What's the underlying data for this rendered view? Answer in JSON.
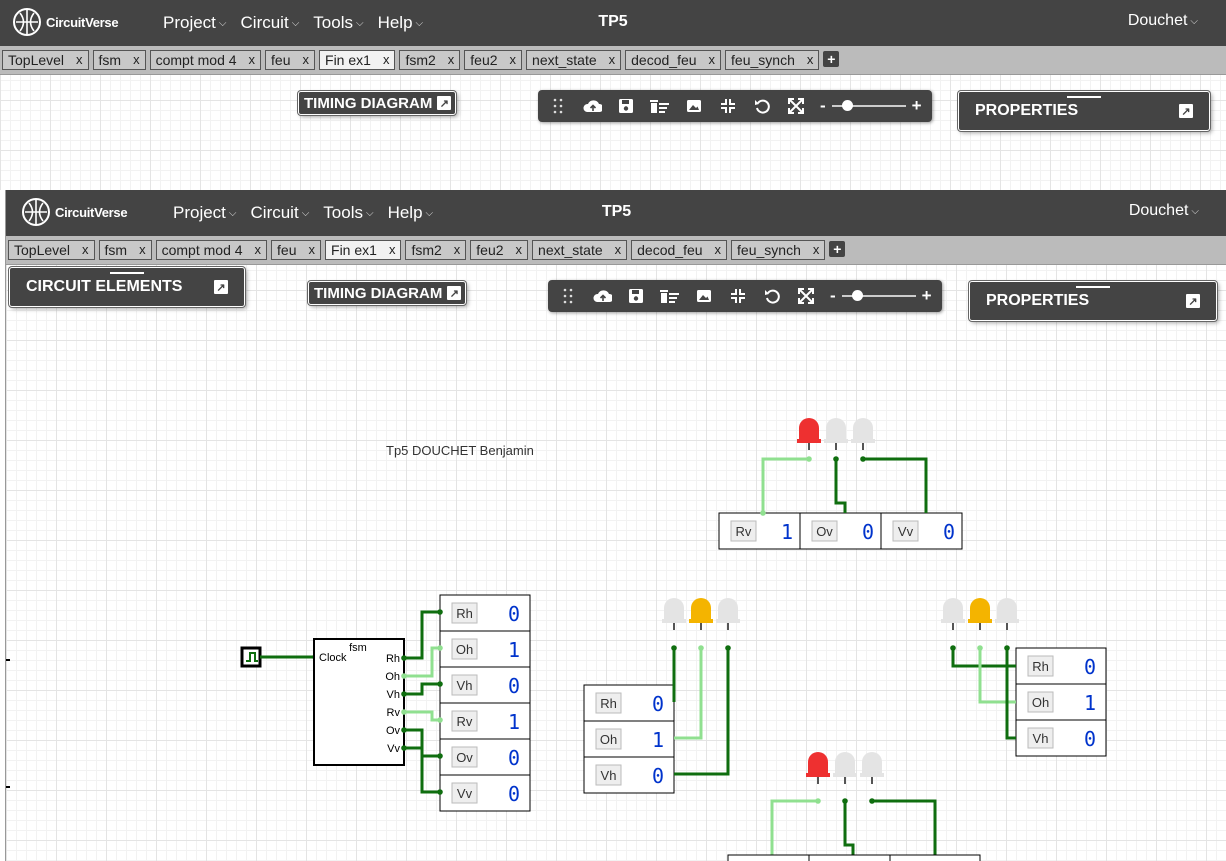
{
  "navbar": {
    "brand": "CircuitVerse",
    "menu": [
      "Project",
      "Circuit",
      "Tools",
      "Help"
    ],
    "project_title": "TP5",
    "user": "Douchet"
  },
  "tabs": [
    {
      "label": "TopLevel",
      "active": false
    },
    {
      "label": "fsm",
      "active": false
    },
    {
      "label": "compt mod 4",
      "active": false
    },
    {
      "label": "feu",
      "active": false
    },
    {
      "label": "Fin ex1",
      "active": true
    },
    {
      "label": "fsm2",
      "active": false
    },
    {
      "label": "feu2",
      "active": false
    },
    {
      "label": "next_state",
      "active": false
    },
    {
      "label": "decod_feu",
      "active": false
    },
    {
      "label": "feu_synch",
      "active": false
    }
  ],
  "tab_close": "x",
  "tab_add": "+",
  "panels": {
    "circuit_elements": "CIRCUIT ELEMENTS",
    "timing_diagram": "TIMING DIAGRAM",
    "properties": "PROPERTIES"
  },
  "zoom": {
    "minus": "-",
    "plus": "+"
  },
  "circuit": {
    "annotation": "Tp5 DOUCHET Benjamin",
    "fsm": {
      "name": "fsm",
      "input": "Clock",
      "outputs": [
        "Rh",
        "Oh",
        "Vh",
        "Rv",
        "Ov",
        "Vv"
      ]
    },
    "fsm_probes": [
      {
        "label": "Rh",
        "value": "0"
      },
      {
        "label": "Oh",
        "value": "1"
      },
      {
        "label": "Vh",
        "value": "0"
      },
      {
        "label": "Rv",
        "value": "1"
      },
      {
        "label": "Ov",
        "value": "0"
      },
      {
        "label": "Vv",
        "value": "0"
      }
    ],
    "top_probes": [
      {
        "label": "Rv",
        "value": "1"
      },
      {
        "label": "Ov",
        "value": "0"
      },
      {
        "label": "Vv",
        "value": "0"
      }
    ],
    "mid_probes": [
      {
        "label": "Rh",
        "value": "0"
      },
      {
        "label": "Oh",
        "value": "1"
      },
      {
        "label": "Vh",
        "value": "0"
      }
    ],
    "right_probes": [
      {
        "label": "Rh",
        "value": "0"
      },
      {
        "label": "Oh",
        "value": "1"
      },
      {
        "label": "Vh",
        "value": "0"
      }
    ],
    "colors": {
      "wire_high": "#90e090",
      "wire_low": "#0f6e0f",
      "led_red": "#ee3030",
      "led_orange": "#f4b400",
      "led_off": "#e4e4e4"
    }
  }
}
